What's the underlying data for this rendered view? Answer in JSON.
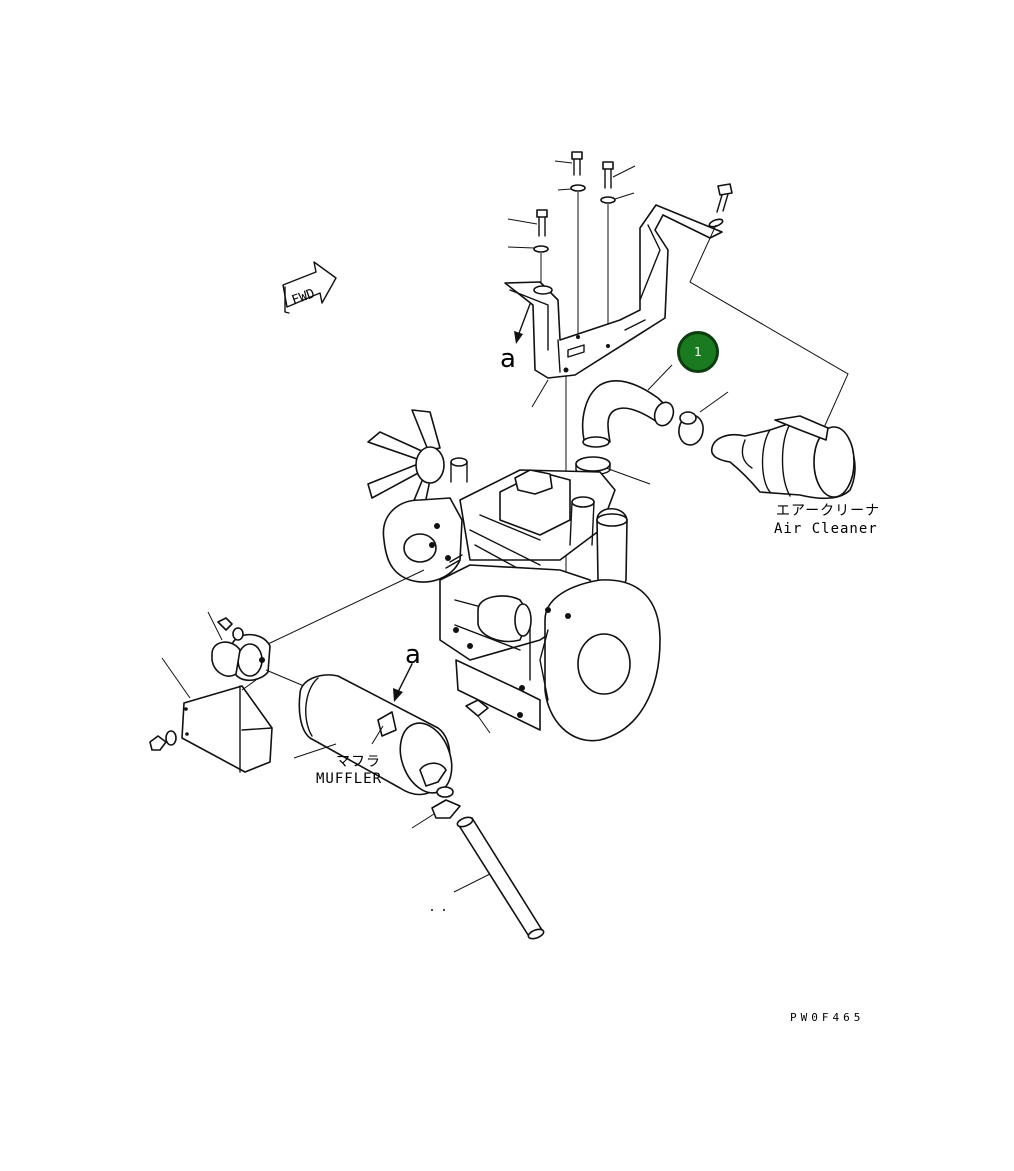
{
  "labels": {
    "fwd": "FWD",
    "ref_a": "a",
    "air_cleaner_jp": "エアークリーナ",
    "air_cleaner_en": "Air Cleaner",
    "muffler_jp": "マフラ",
    "muffler_en": "MUFFLER",
    "drawing_code": "PW0F465"
  },
  "callouts": [
    {
      "number": "1",
      "color": "#1a7a1f",
      "part": "air intake hose"
    }
  ]
}
